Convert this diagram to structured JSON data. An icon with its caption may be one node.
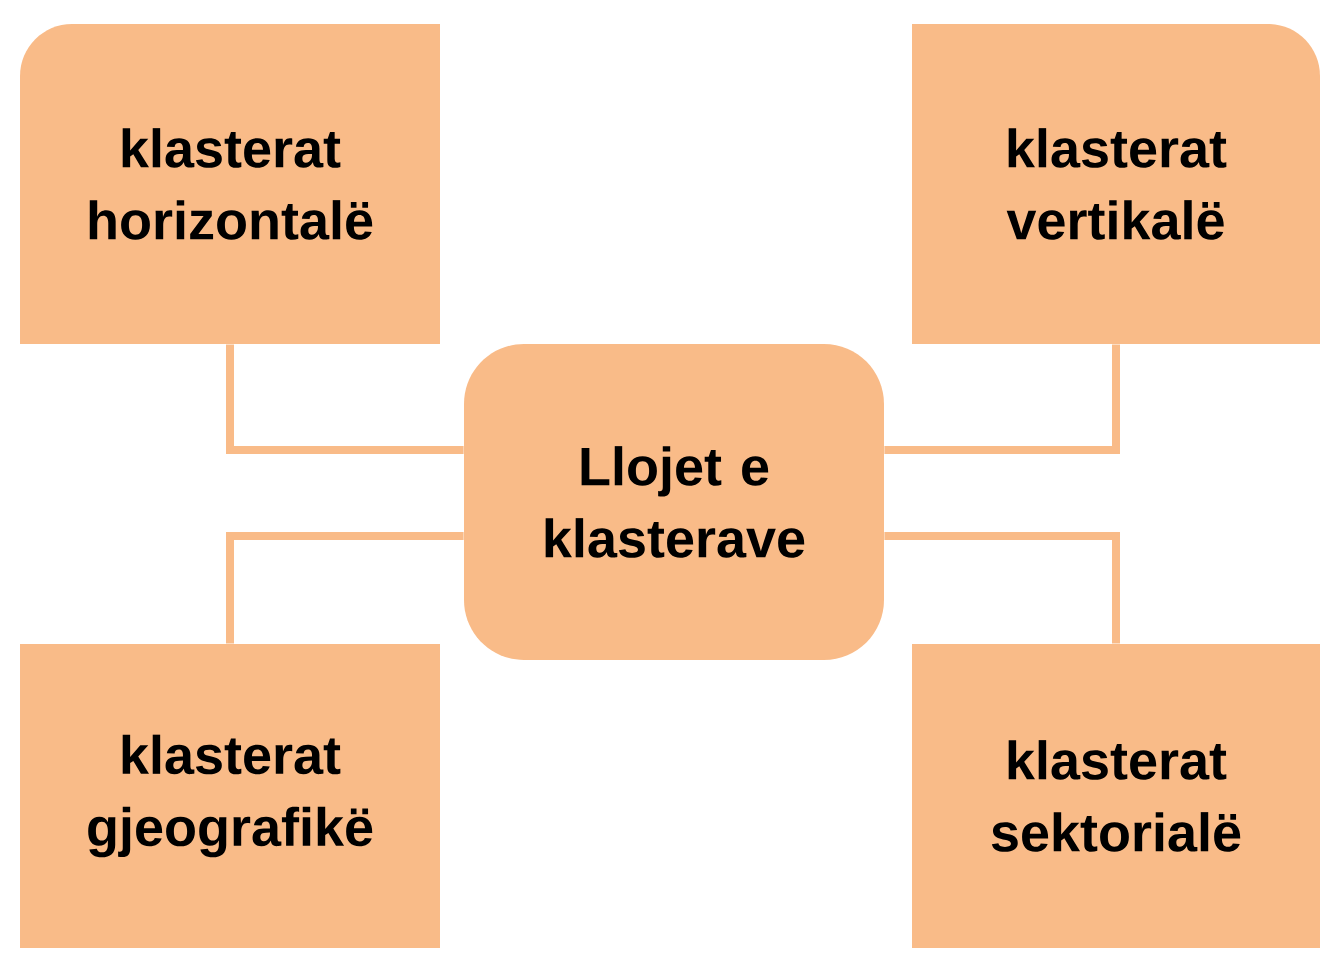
{
  "diagram": {
    "nodes": [
      {
        "text": [
          "klasterat horizontalë"
        ]
      },
      {
        "text": [
          "klasterat vertikalë"
        ]
      },
      {
        "text": [
          "Llojet e klasterave"
        ]
      },
      {
        "text": [
          "klasterat gjeografikë"
        ]
      },
      {
        "text": [
          "klasterat sektorialë"
        ]
      }
    ],
    "edges": [
      {
        "from": 2,
        "to": 0,
        "arrow": "none"
      },
      {
        "from": 2,
        "to": 1,
        "arrow": "none"
      },
      {
        "from": 2,
        "to": 3,
        "arrow": "none"
      },
      {
        "from": 2,
        "to": 4,
        "arrow": "none"
      }
    ]
  }
}
